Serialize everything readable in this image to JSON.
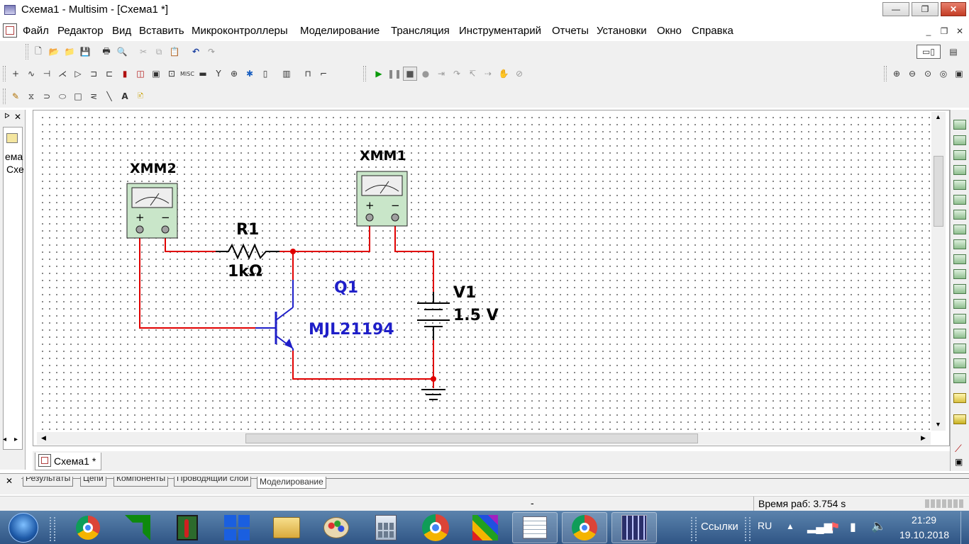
{
  "window": {
    "title": "Схема1 - Multisim - [Схема1 *]",
    "minimize": "—",
    "maximize": "❐",
    "close": "✕"
  },
  "menu": {
    "items": [
      "Файл",
      "Редактор",
      "Вид",
      "Вставить",
      "Микроконтроллеры",
      "Моделирование",
      "Трансляция",
      "Инструментарий",
      "Отчеты",
      "Установки",
      "Окно",
      "Справка"
    ],
    "mdi_minimize": "_",
    "mdi_restore": "❐",
    "mdi_close": "✕"
  },
  "toolbar": {
    "file_icons": [
      "new-file-icon",
      "open-folder-icon",
      "open-sample-icon",
      "save-icon",
      "print-icon",
      "print-preview-icon",
      "cut-icon",
      "copy-icon",
      "paste-icon",
      "undo-icon",
      "redo-icon"
    ],
    "component_icons": [
      "source-icon",
      "basic-icon",
      "diode-icon",
      "transistor-icon",
      "analog-icon",
      "ttl-icon",
      "cmos-icon",
      "misc-digital-icon",
      "mixed-icon",
      "indicator-icon",
      "power-icon",
      "misc-icon",
      "advanced-peripherals-icon",
      "rf-icon",
      "electromechanical-icon",
      "mcu-icon",
      "ladder-icon",
      "hierarchical-block-icon",
      "bus-icon"
    ],
    "simulation_icons": [
      "run-icon",
      "pause-icon",
      "stop-icon",
      "pause-at-next-icon",
      "step-into-icon",
      "step-over-icon",
      "step-out-icon",
      "run-to-cursor-icon",
      "toggle-breakpoint-icon",
      "remove-breakpoints-icon"
    ],
    "zoom_icons": [
      "zoom-in-icon",
      "zoom-out-icon",
      "zoom-area-icon",
      "zoom-fit-icon",
      "fullscreen-icon"
    ],
    "graphics_icons": [
      "place-picture-icon",
      "polygon-icon",
      "arc-icon",
      "ellipse-icon",
      "rectangle-icon",
      "polyline-icon",
      "line-icon",
      "text-icon",
      "comment-icon"
    ]
  },
  "left_panel": {
    "pin": "ᐅ",
    "close": "✕",
    "tree_text_1": "ема",
    "tree_text_2": "Схе"
  },
  "schematic": {
    "meter2": {
      "label": "XMM2",
      "plus": "+",
      "minus": "−"
    },
    "meter1": {
      "label": "XMM1",
      "plus": "+",
      "minus": "−"
    },
    "resistor": {
      "label": "R1",
      "value": "1kΩ"
    },
    "transistor": {
      "label": "Q1",
      "model": "MJL21194"
    },
    "source": {
      "label": "V1",
      "value": "1.5 V"
    },
    "colors": {
      "wire": "#e00000",
      "transistor": "#1e1ec8",
      "component": "#000000",
      "meter_face": "#c9e6c9"
    }
  },
  "sheet_tab": {
    "label": "Схема1 *"
  },
  "spreadsheet_tabs": [
    "Результаты",
    "Цепи",
    "Компоненты",
    "Проводящий слой",
    "Моделирование"
  ],
  "status": {
    "dash": "-",
    "time_label": "Время раб: 3.754 s"
  },
  "taskbar": {
    "apps": [
      "start-orb",
      "chrome-icon",
      "amd-icon",
      "thermometer-app-icon",
      "start-screen-icon",
      "file-explorer-icon",
      "paint-icon",
      "calculator-icon",
      "chrome-alt-icon",
      "kaspersky-icon",
      "notepad-icon",
      "chrome-active-icon",
      "multisim-icon"
    ],
    "links": "Ссылки",
    "lang": "RU",
    "time": "21:29",
    "date": "19.10.2018"
  }
}
